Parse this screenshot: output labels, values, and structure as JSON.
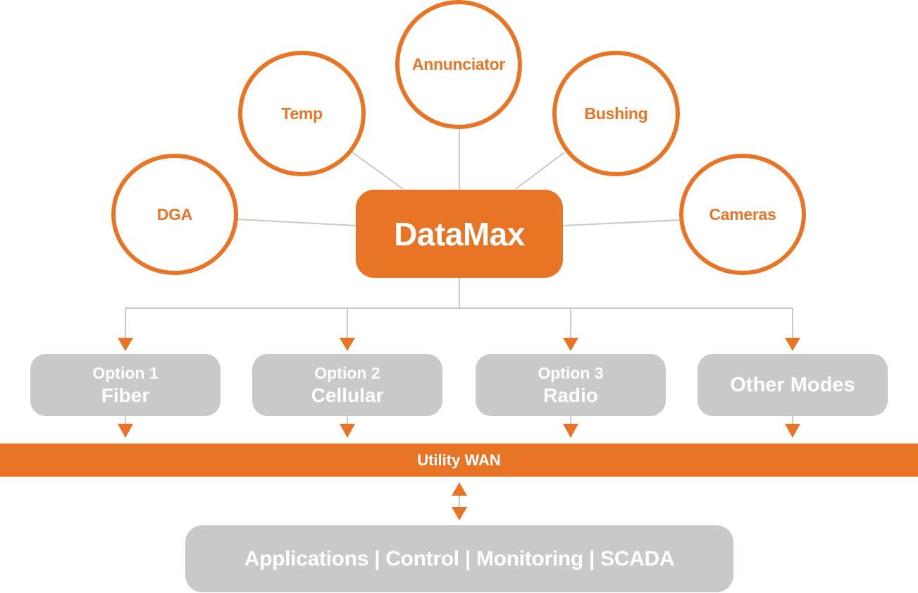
{
  "diagram": {
    "hub": {
      "label": "DataMax"
    },
    "sensors": [
      {
        "id": "dga",
        "label": "DGA"
      },
      {
        "id": "temp",
        "label": "Temp"
      },
      {
        "id": "annunciator",
        "label": "Annunciator"
      },
      {
        "id": "bushing",
        "label": "Bushing"
      },
      {
        "id": "cameras",
        "label": "Cameras"
      }
    ],
    "options": [
      {
        "line1": "Option 1",
        "line2": "Fiber"
      },
      {
        "line1": "Option 2",
        "line2": "Cellular"
      },
      {
        "line1": "Option 3",
        "line2": "Radio"
      },
      {
        "label": "Other Modes"
      }
    ],
    "wan": {
      "label": "Utility WAN"
    },
    "applications": {
      "label": "Applications | Control | Monitoring | SCADA"
    },
    "colors": {
      "accent": "#e87526",
      "box_gray": "#c8c9cb",
      "line_gray": "#c9c9c9",
      "text_light": "#ffffff"
    }
  }
}
